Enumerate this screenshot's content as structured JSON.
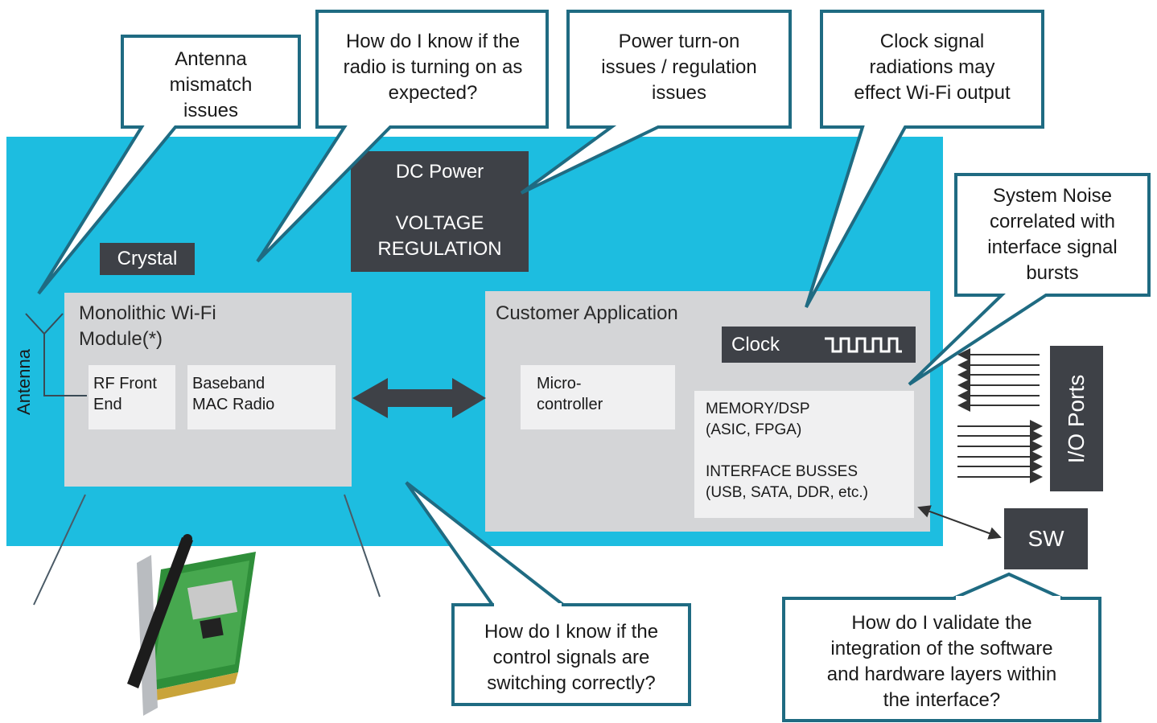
{
  "callouts": {
    "antenna": "Antenna\nmismatch\nissues",
    "radio": "How do I know if the\nradio is turning on as\nexpected?",
    "power": "Power turn-on\nissues / regulation\nissues",
    "clock": "Clock signal\nradiations may\neffect Wi-Fi output",
    "noise": "System Noise\ncorrelated with\ninterface signal\nbursts",
    "control": "How do I know if the\ncontrol signals are\nswitching correctly?",
    "software": "How do I validate the\nintegration of the software\nand hardware layers within\nthe interface?"
  },
  "blocks": {
    "dc_power": "DC Power\n\nVOLTAGE\nREGULATION",
    "crystal": "Crystal",
    "wifi_module": "Monolithic Wi-Fi\nModule(*)",
    "rf_front_end": "RF Front\nEnd",
    "baseband": "Baseband\nMAC Radio",
    "customer_app": "Customer Application",
    "microcontroller": "Micro-\ncontroller",
    "memory": "MEMORY/DSP\n(ASIC, FPGA)\n\nINTERFACE BUSSES\n(USB, SATA, DDR, etc.)",
    "clock": "Clock",
    "io_ports": "I/O Ports",
    "sw": "SW",
    "antenna": "Antenna"
  },
  "colors": {
    "background": "#1dbde0",
    "dark_block": "#3e4147",
    "grey_block": "#d4d5d7",
    "light_block": "#f0f0f1",
    "callout_border": "#1f6b82",
    "arrow": "#3e4147"
  },
  "icons": {
    "clock_wave": "square-wave-icon",
    "double_arrow": "double-arrow-icon",
    "wifi_card": "wifi-pci-card-image"
  }
}
